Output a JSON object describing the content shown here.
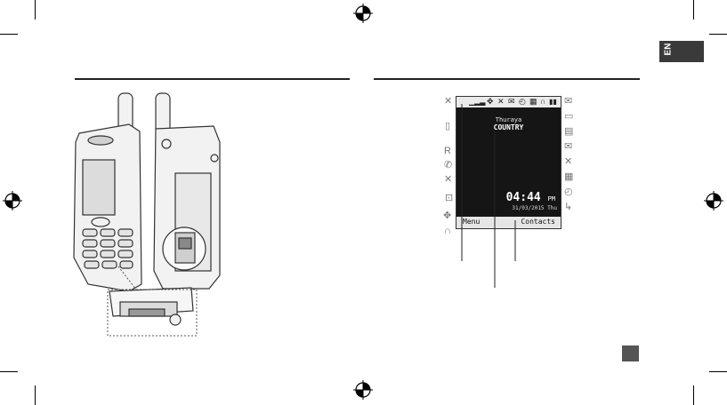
{
  "language_tab": "EN",
  "screen": {
    "operator": "Thuraya",
    "country": "COUNTRY",
    "time": "04:44",
    "ampm": "PM",
    "date": "31/03/2015 Thu",
    "softkey_left": "Menu",
    "softkey_right": "Contacts"
  },
  "icons_left": [
    "mute-icon",
    "keypad-lock-icon",
    "roaming-icon",
    "call-icon",
    "speaker-off-icon",
    "lock-icon",
    "navigation-icon",
    "headset-icon"
  ],
  "icons_right": [
    "message-icon",
    "voicemail-icon",
    "fax-icon",
    "email-icon",
    "alarm-off-icon",
    "calendar-icon",
    "alarm-icon",
    "call-forward-icon"
  ]
}
